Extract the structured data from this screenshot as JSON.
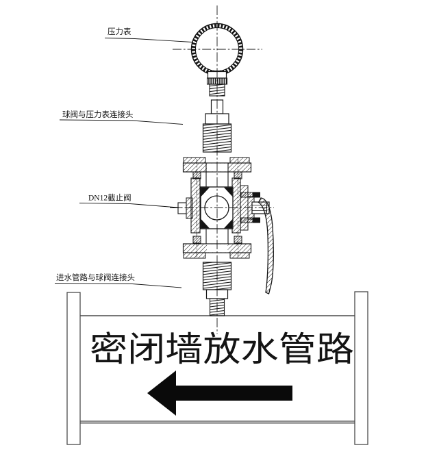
{
  "diagram": {
    "type": "engineering-section-drawing",
    "colors": {
      "line": "#141414",
      "pipe_line": "#4a4a4a",
      "arrow": "#0a0a0a",
      "background": "#ffffff"
    },
    "labels": {
      "pressure_gauge": "压力表",
      "gauge_connector": "球阀与压力表连接头",
      "valve": "DN12截止阀",
      "inlet_connector": "进水管路与球阀连接头"
    },
    "pipe": {
      "text": "密闭墙放水管路",
      "flow_direction": "left"
    }
  }
}
